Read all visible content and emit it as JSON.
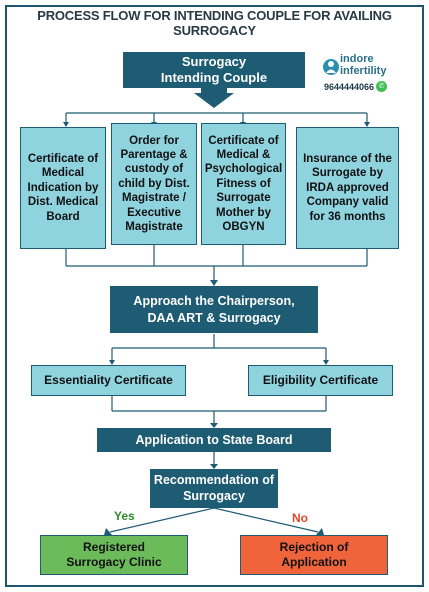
{
  "title": "PROCESS FLOW FOR INTENDING COUPLE FOR AVAILING SURROGACY",
  "top_box": {
    "line1": "Surrogacy",
    "line2": "Intending Couple"
  },
  "logo": {
    "brand": "indore infertility",
    "phone": "9644444066"
  },
  "requirements": [
    "Certificate of Medical Indication by Dist. Medical Board",
    "Order for Parentage & custody of child by Dist. Magistrate / Executive Magistrate",
    "Certificate of Medical & Psychological Fitness of Surrogate Mother by OBGYN",
    "Insurance of the Surrogate by IRDA approved Company valid for 36 months"
  ],
  "approach": {
    "line1": "Approach the Chairperson,",
    "line2": "DAA ART & Surrogacy"
  },
  "certificates": [
    "Essentiality Certificate",
    "Eligibility Certificate"
  ],
  "application": "Application to State Board",
  "recommendation": {
    "line1": "Recommendation of",
    "line2": "Surrogacy"
  },
  "branches": {
    "yes": "Yes",
    "no": "No"
  },
  "outcomes": {
    "yes": {
      "line1": "Registered",
      "line2": "Surrogacy Clinic"
    },
    "no": {
      "line1": "Rejection of",
      "line2": "Application"
    }
  },
  "colors": {
    "dark": "#1d5c73",
    "light": "#8fd3df",
    "yes": "#6cbb5a",
    "no": "#f0643c"
  }
}
